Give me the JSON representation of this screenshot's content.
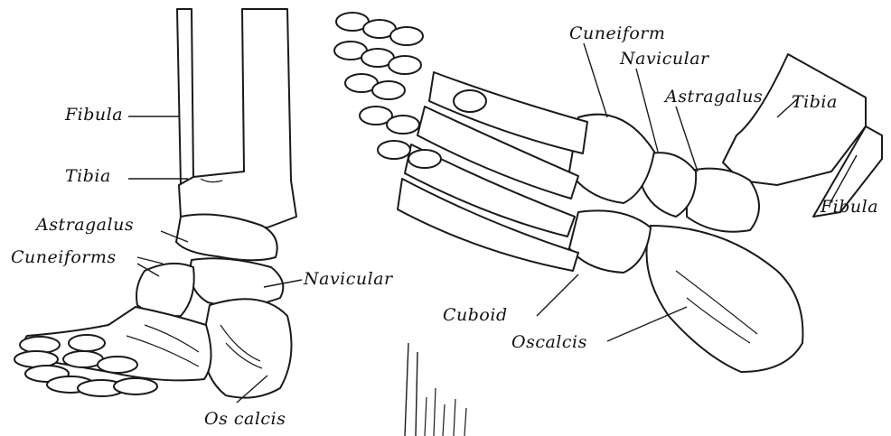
{
  "figure": {
    "left_view": {
      "labels": {
        "fibula": "Fibula",
        "tibia": "Tibia",
        "astragalus": "Astragalus",
        "cuneiforms": "Cuneiforms",
        "navicular": "Navicular",
        "os_calcis": "Os calcis"
      }
    },
    "right_view": {
      "labels": {
        "cuneiform": "Cuneiform",
        "navicular": "Navicular",
        "astragalus": "Astragalus",
        "tibia": "Tibia",
        "fibula": "Fibula",
        "cuboid": "Cuboid",
        "os_calcis": "Oscalcis"
      }
    }
  }
}
